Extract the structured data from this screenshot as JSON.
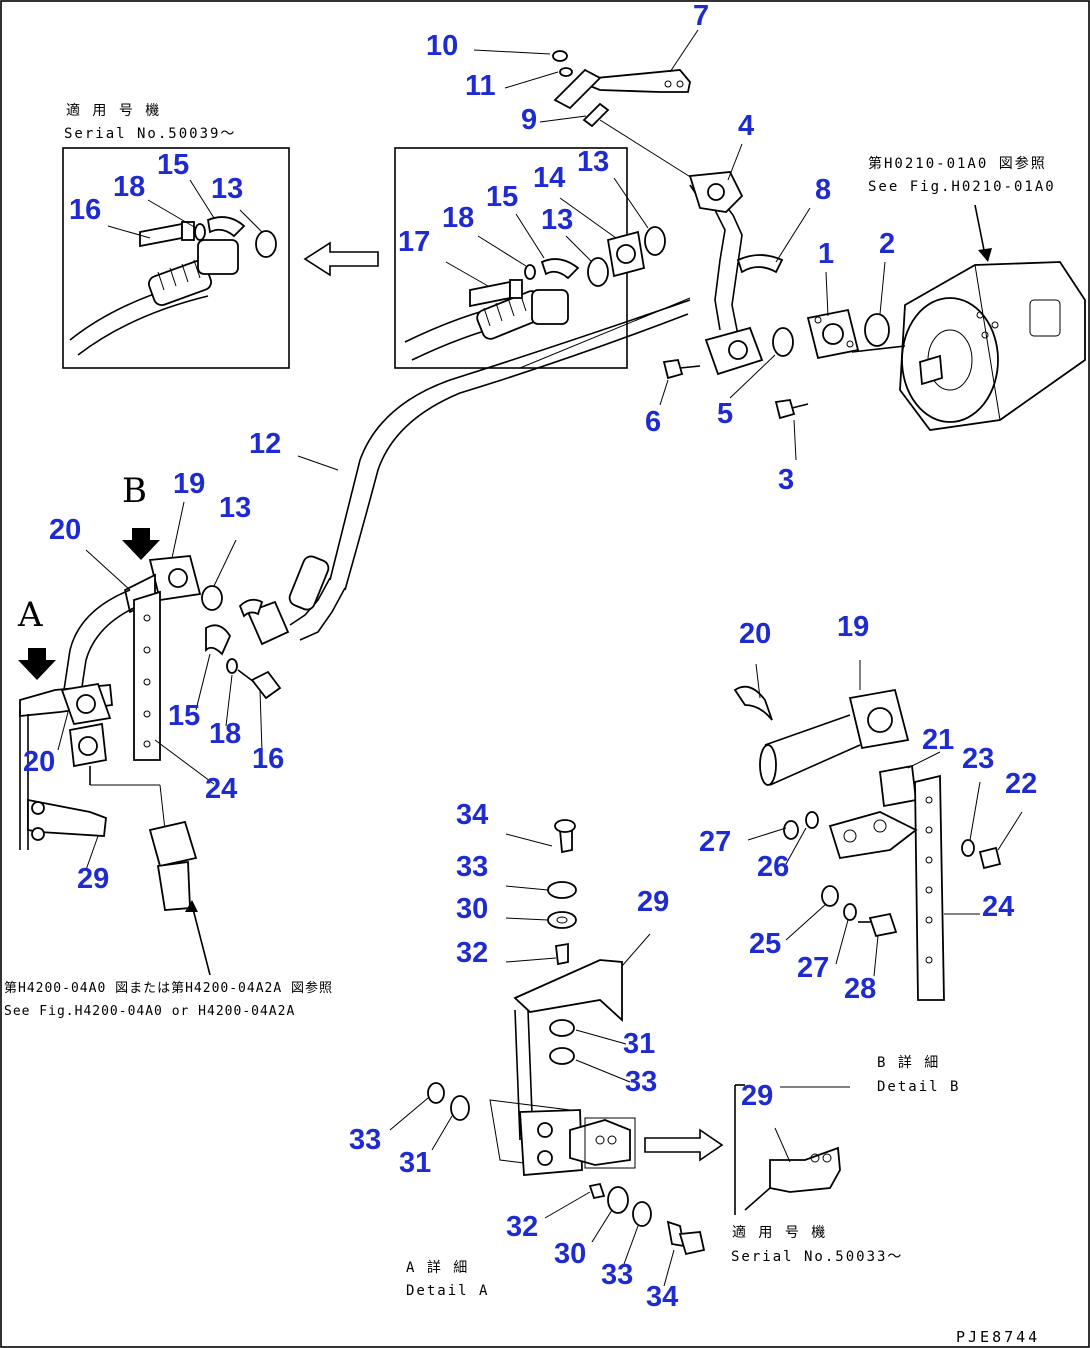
{
  "callouts": {
    "c1": "1",
    "c2": "2",
    "c3": "3",
    "c4": "4",
    "c5": "5",
    "c6": "6",
    "c7": "7",
    "c8": "8",
    "c9": "9",
    "c10": "10",
    "c11": "11",
    "c12": "12",
    "c13a": "13",
    "c13b": "13",
    "c13c": "13",
    "c13d": "13",
    "c14": "14",
    "c15a": "15",
    "c15b": "15",
    "c15c": "15",
    "c16a": "16",
    "c16b": "16",
    "c17": "17",
    "c18a": "18",
    "c18b": "18",
    "c18c": "18",
    "c19a": "19",
    "c19b": "19",
    "c20a": "20",
    "c20b": "20",
    "c20c": "20",
    "c21": "21",
    "c22": "22",
    "c23": "23",
    "c24a": "24",
    "c24b": "24",
    "c25": "25",
    "c26": "26",
    "c27a": "27",
    "c27b": "27",
    "c28": "28",
    "c29a": "29",
    "c29b": "29",
    "c29c": "29",
    "c30a": "30",
    "c30b": "30",
    "c31a": "31",
    "c31b": "31",
    "c32a": "32",
    "c32b": "32",
    "c33a": "33",
    "c33b": "33",
    "c33c": "33",
    "c33d": "33",
    "c34a": "34",
    "c34b": "34"
  },
  "view_letters": {
    "a": "A",
    "b": "B"
  },
  "notes": {
    "serial_tl_jp": "適 用 号 機",
    "serial_tl_en": "Serial No.50039～",
    "fig_ref_top_jp": "第H0210-01A0 図参照",
    "fig_ref_top_en": "See Fig.H0210-01A0",
    "fig_ref_bot_jp": "第H4200-04A0 図または第H4200-04A2A 図参照",
    "fig_ref_bot_en": "See Fig.H4200-04A0 or H4200-04A2A",
    "detail_b_jp": "B 詳 細",
    "detail_b_en": "Detail B",
    "detail_a_jp": "A 詳 細",
    "detail_a_en": "Detail A",
    "serial_br_jp": "適 用 号 機",
    "serial_br_en": "Serial No.50033～"
  },
  "drawing_code": "PJE8744"
}
